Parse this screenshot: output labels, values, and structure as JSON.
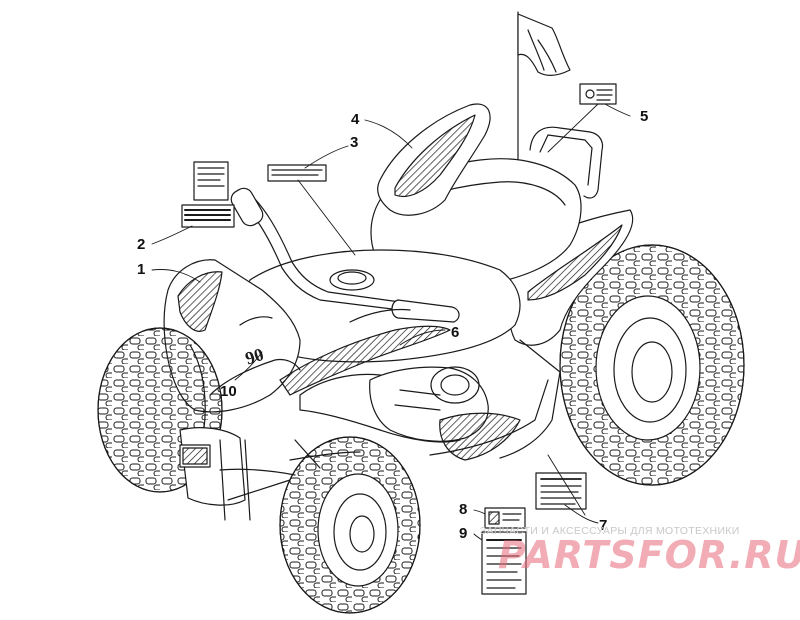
{
  "callouts": [
    {
      "id": "1",
      "label": "1"
    },
    {
      "id": "2",
      "label": "2"
    },
    {
      "id": "3",
      "label": "3"
    },
    {
      "id": "4",
      "label": "4"
    },
    {
      "id": "5",
      "label": "5"
    },
    {
      "id": "6",
      "label": "6"
    },
    {
      "id": "7",
      "label": "7"
    },
    {
      "id": "8",
      "label": "8"
    },
    {
      "id": "9",
      "label": "9"
    },
    {
      "id": "10",
      "label": "10"
    }
  ],
  "watermark": {
    "subtitle": "ЗАПЧАСТИ И АКСЕССУАРЫ ДЛЯ МОТОТЕХНИКИ",
    "brand": "PARTSFOR.RU"
  },
  "colors": {
    "line": "#1a1a1a",
    "decal_fill": "#2a2a2a",
    "watermark_brand": "#e86a7a"
  }
}
